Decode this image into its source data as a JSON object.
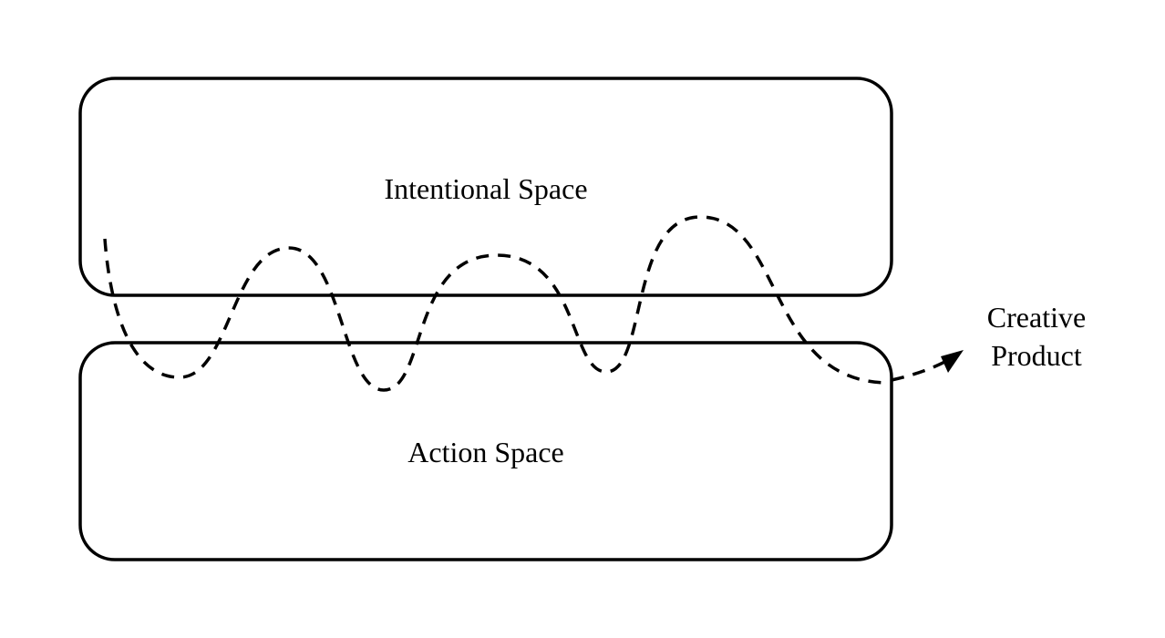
{
  "diagram": {
    "intentional_space_label": "Intentional Space",
    "action_space_label": "Action Space",
    "output_label_line1": "Creative",
    "output_label_line2": "Product",
    "stroke_color": "#000000",
    "background_color": "#ffffff"
  }
}
